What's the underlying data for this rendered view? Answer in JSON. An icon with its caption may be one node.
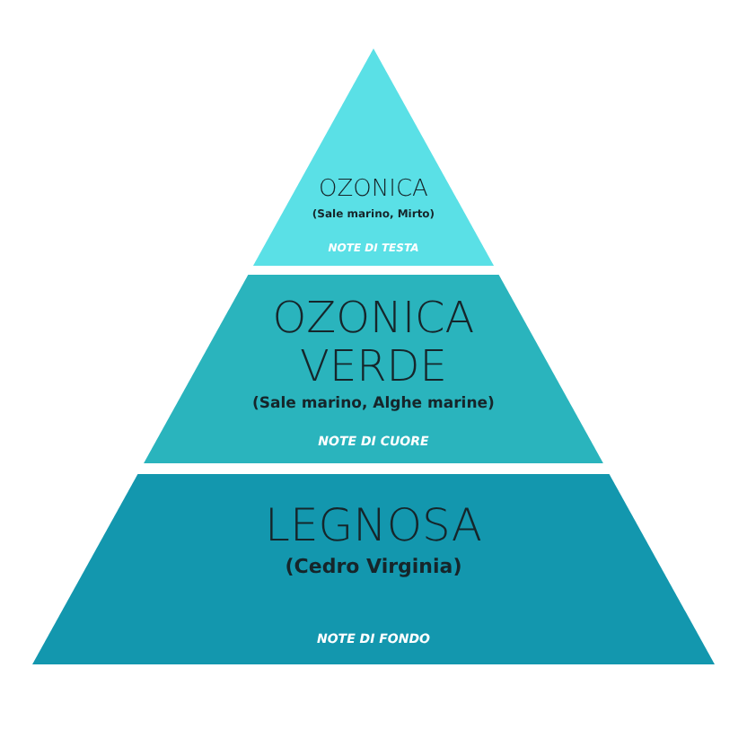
{
  "diagram": {
    "nodes": [
      {
        "text": [
          "OZONICA",
          "(Sale marino, Mirto)",
          "NOTE DI TESTA"
        ]
      },
      {
        "text": [
          "OZONICA VERDE",
          "(Sale marino, Alghe marine)",
          "NOTE DI CUORE"
        ]
      },
      {
        "text": [
          "LEGNOSA",
          "(Cedro Virginia)",
          "NOTE DI FONDO"
        ]
      }
    ]
  }
}
